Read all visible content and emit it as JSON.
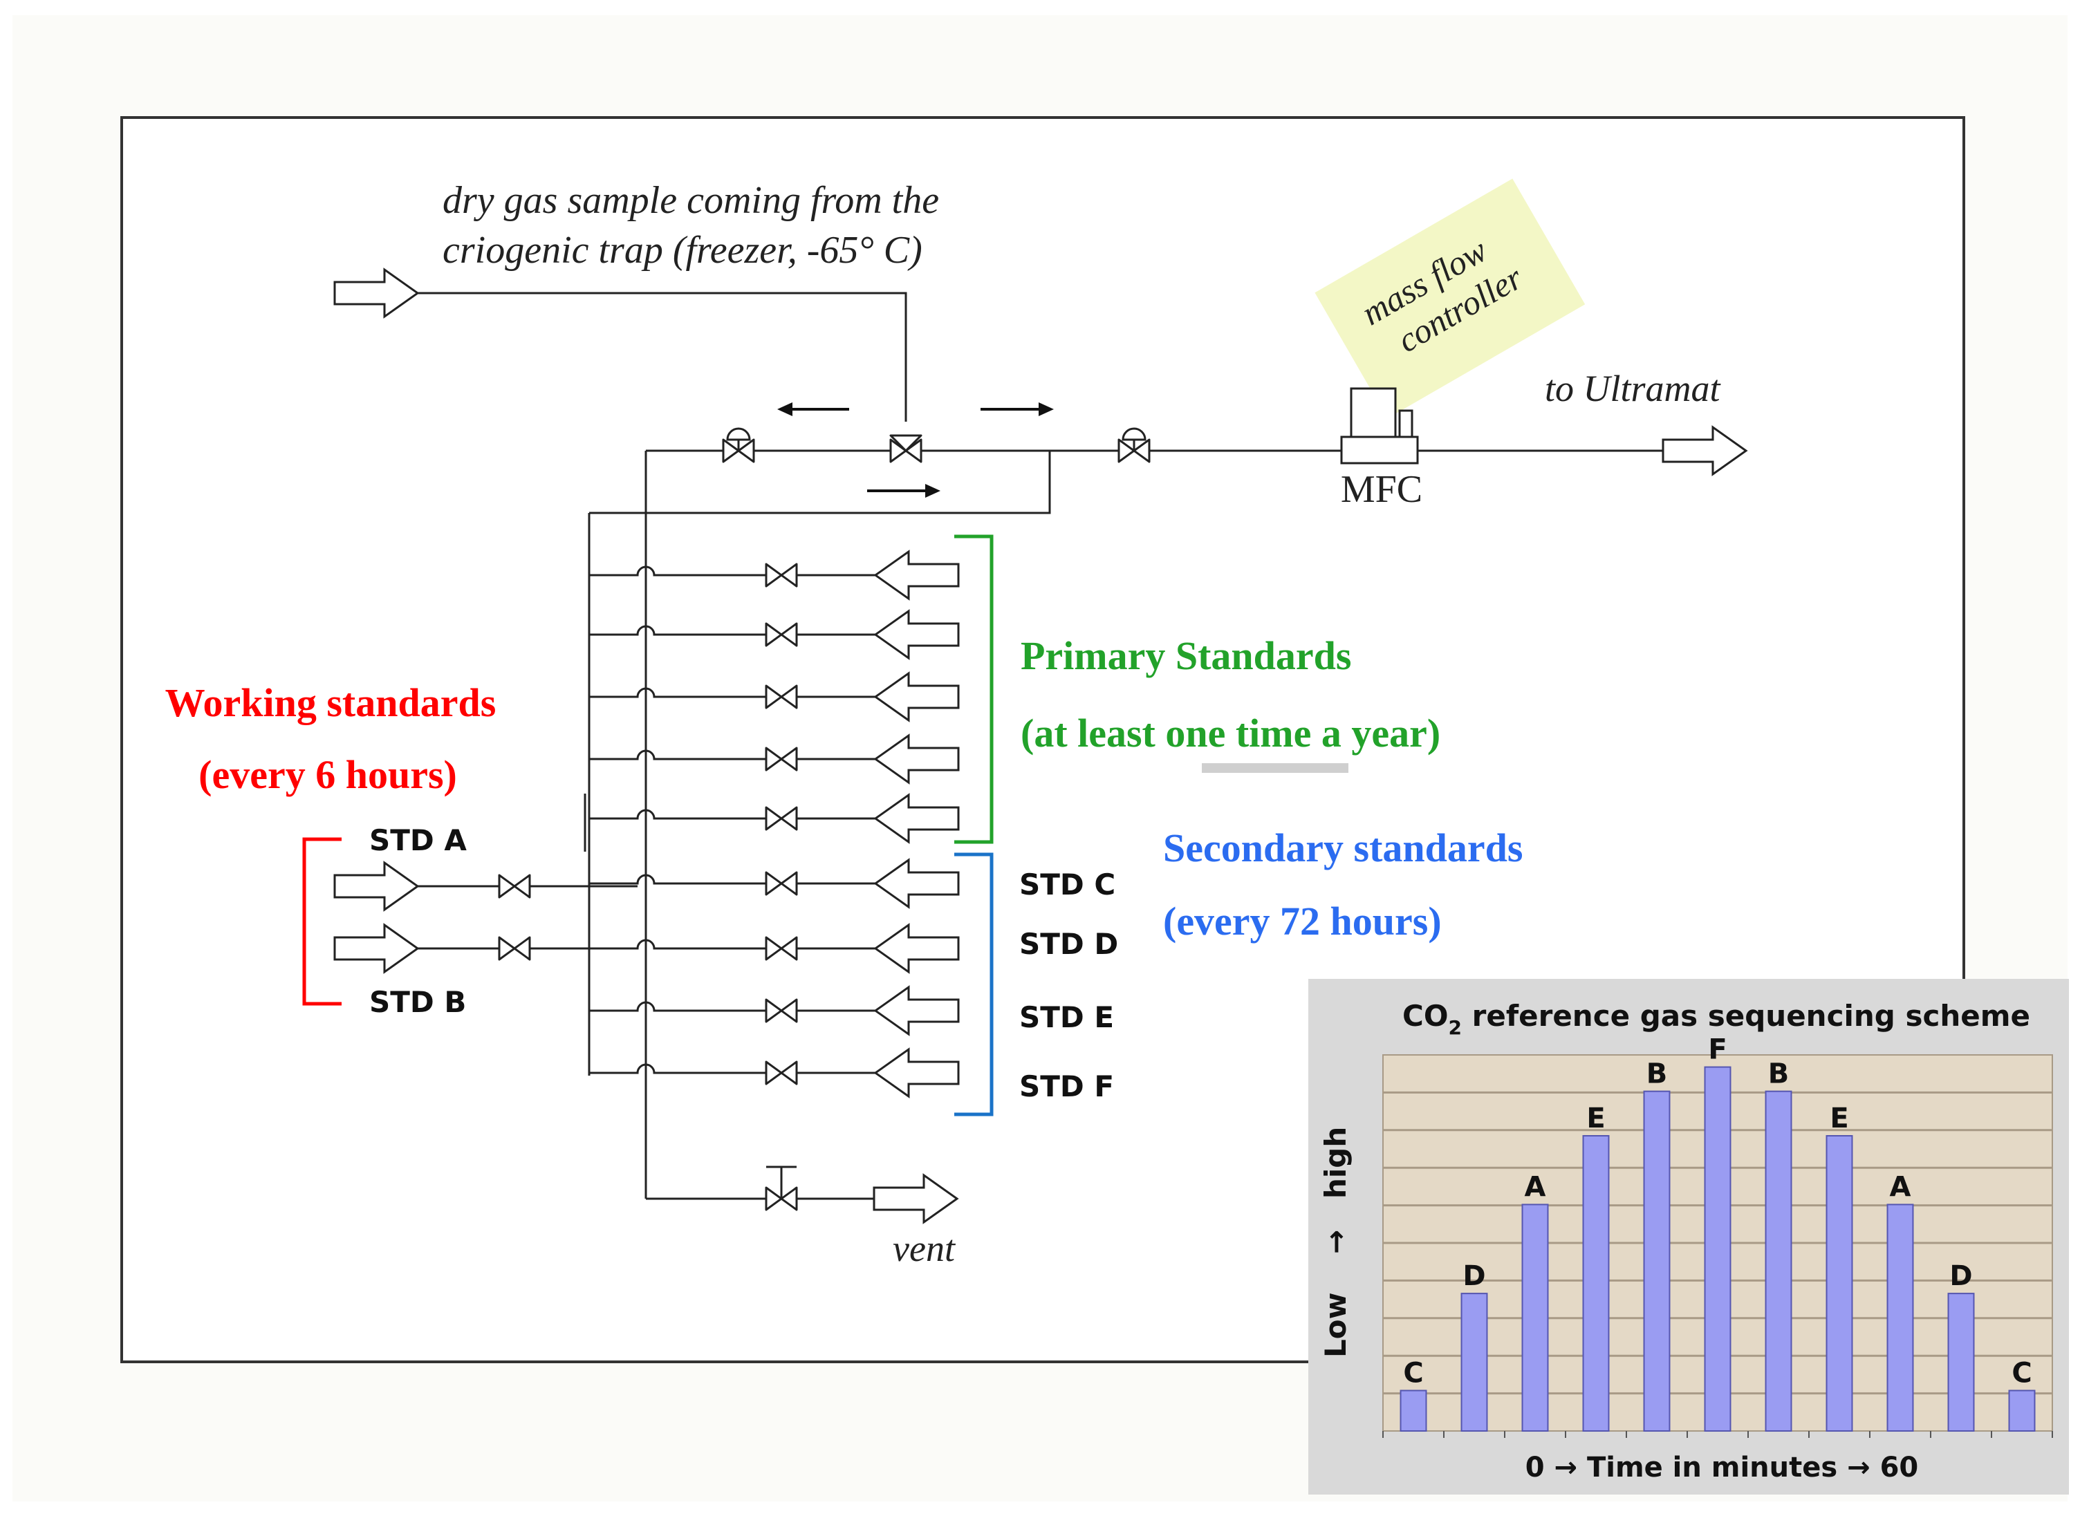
{
  "labels": {
    "sample_line1": "dry gas sample coming from the",
    "sample_line2": "criogenic trap (freezer, -65° C)",
    "mfc_note1": "mass flow",
    "mfc_note2": "controller",
    "to_ultramat": "to Ultramat",
    "mfc": "MFC",
    "vent": "vent",
    "working_title": "Working standards",
    "working_sub": "(every 6 hours)",
    "primary_title": "Primary Standards",
    "primary_sub": "(at least one time a year)",
    "secondary_title": "Secondary standards",
    "secondary_sub": "(every 72 hours)",
    "std_a": "STD A",
    "std_b": "STD B",
    "std_c": "STD C",
    "std_d": "STD D",
    "std_e": "STD E",
    "std_f": "STD F"
  },
  "colors": {
    "working": "#ff0000",
    "primary": "#22a22a",
    "secondary": "#2b6cf0",
    "note_bg": "#f3f7c6",
    "chart_panel": "#d9d9d9",
    "bar": "#9a9cf2"
  },
  "chart_data": {
    "type": "bar",
    "title_prefix": "CO",
    "title_sub": "2",
    "title_suffix": " reference gas  sequencing scheme",
    "ylabel_low": "Low",
    "ylabel_arrow": "→",
    "ylabel_high": "high",
    "xlabel": "0 → Time in minutes → 60",
    "categories": [
      "C",
      "D",
      "A",
      "E",
      "B",
      "F",
      "B",
      "E",
      "A",
      "D",
      "C"
    ],
    "values": [
      1,
      3.4,
      5.6,
      7.3,
      8.4,
      9.0,
      8.4,
      7.3,
      5.6,
      3.4,
      1
    ],
    "ylim": [
      0,
      9.3
    ],
    "grid": true
  }
}
